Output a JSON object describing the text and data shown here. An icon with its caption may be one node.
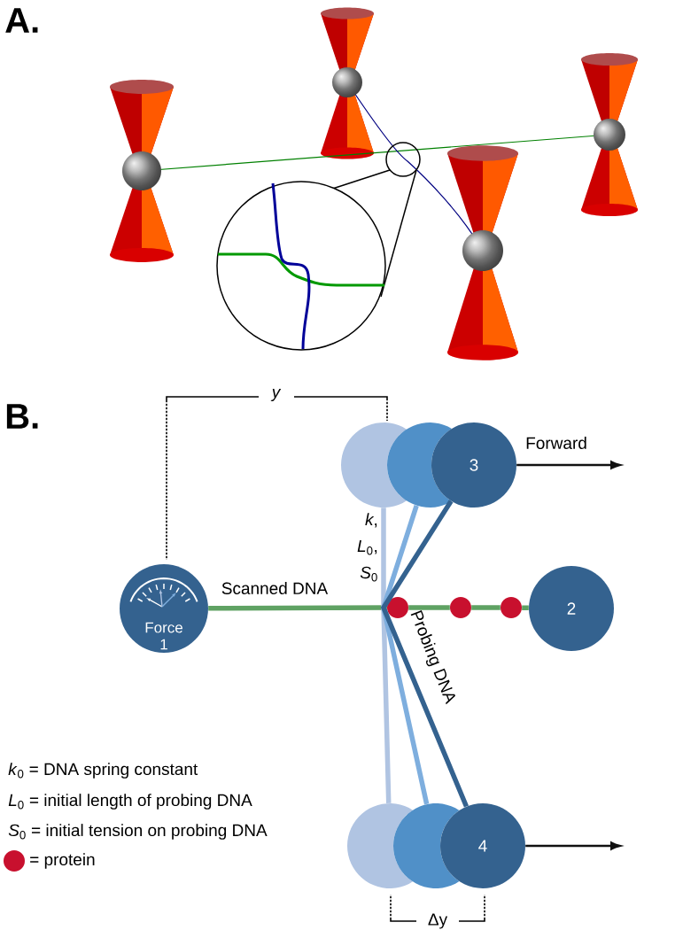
{
  "diagram": {
    "nodes": [
      {
        "text": [],
        "shape": "circle"
      },
      {
        "text": [],
        "shape": "circle"
      },
      {
        "text": [
          "3"
        ]
      },
      {
        "text": [
          "Force",
          "1"
        ]
      },
      {
        "text": [],
        "shape": "circle"
      },
      {
        "text": [],
        "shape": "circle"
      },
      {
        "text": [],
        "shape": "circle"
      },
      {
        "text": [
          "2"
        ]
      },
      {
        "text": [],
        "shape": "circle"
      },
      {
        "text": [],
        "shape": "circle"
      },
      {
        "text": [
          "4"
        ]
      }
    ],
    "edges": [
      {
        "from": 3,
        "to": 4,
        "arrow": "none",
        "label": "Scanned DNA"
      },
      {
        "from": 4,
        "to": 5,
        "arrow": "none"
      },
      {
        "from": 5,
        "to": 6,
        "arrow": "none"
      },
      {
        "from": 6,
        "to": 7,
        "arrow": "none"
      },
      {
        "from": 0,
        "to": 8,
        "arrow": "none",
        "color": "#b0c4e2"
      },
      {
        "from": 1,
        "to": 9,
        "arrow": "none",
        "color": "#7eaede"
      },
      {
        "from": 2,
        "to": 10,
        "arrow": "none",
        "color": "#34628f",
        "label": "Probing DNA"
      },
      {
        "from": 2,
        "to": null,
        "arrow": "to",
        "color": "#111111",
        "label": "Forward"
      },
      {
        "from": 10,
        "to": null,
        "arrow": "to",
        "color": "#111111"
      }
    ],
    "labels": [
      "A.",
      "*y*",
      "B.",
      "*k*, *L*$_{0}$, *S*$_{0}$",
      "*k*$_{0}$ = DNA spring constant",
      "*L*$_{0}$ = initial length of probing DNA",
      "*S*$_{0}$ = initial tension on probing DNA",
      "Δy"
    ],
    "legend": [
      {
        "text": "= protein",
        "color": "#c8102e"
      }
    ]
  }
}
